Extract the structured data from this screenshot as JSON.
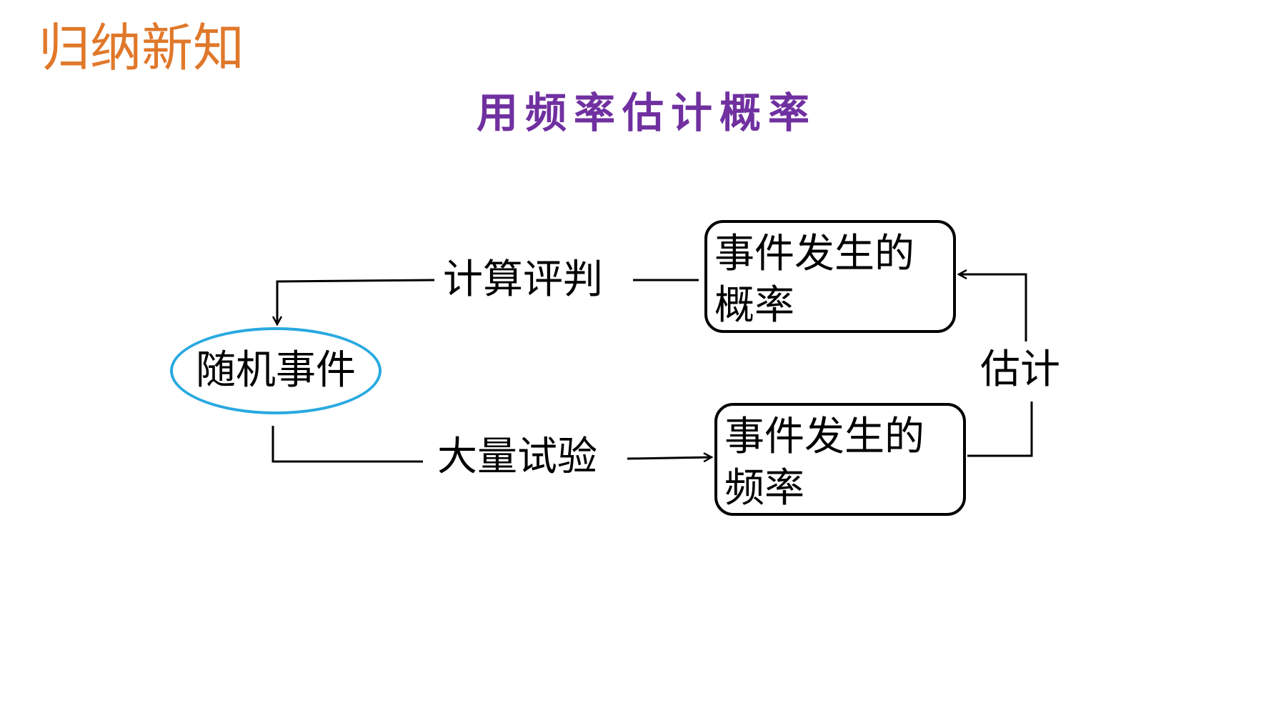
{
  "section_title": "归纳新知",
  "slide_title": "用频率估计概率",
  "diagram": {
    "nodes": {
      "random_event": "随机事件",
      "probability": "事件发生的概率",
      "frequency": "事件发生的频率"
    },
    "edges": {
      "evaluate": "计算评判",
      "trials": "大量试验",
      "estimate": "估计"
    },
    "colors": {
      "section_title": "#e0782a",
      "slide_title": "#7030a0",
      "ellipse_border": "#29a9e0",
      "lines": "#000000"
    }
  }
}
